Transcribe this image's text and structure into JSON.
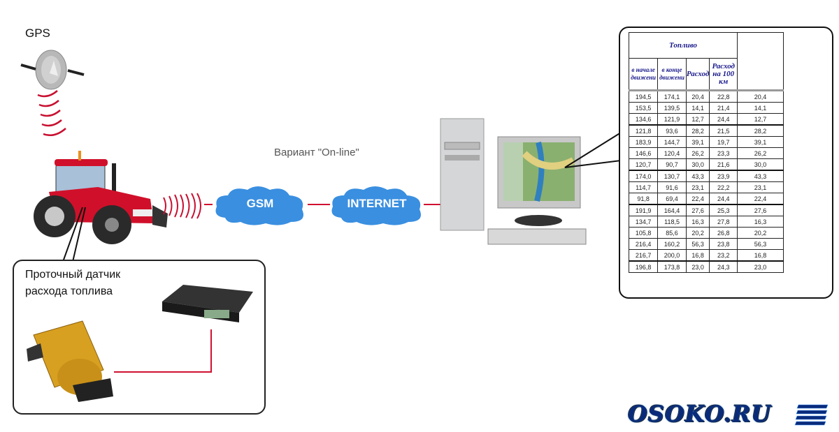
{
  "gps": {
    "label": "GPS"
  },
  "network": {
    "variant_label": "Вариант \"On-line\"",
    "clouds": [
      {
        "label": "GSM",
        "color": "#3a8fe0"
      },
      {
        "label": "INTERNET",
        "color": "#3a8fe0"
      }
    ],
    "link_color": "#d01030"
  },
  "sensor": {
    "label_line1": "Проточный датчик",
    "label_line2": "расхода топлива"
  },
  "fuel_table": {
    "title": "Топливо",
    "columns": [
      "в начале движени",
      "в конце движени",
      "Расход",
      "Расход на 100 км",
      ""
    ],
    "rows": [
      [
        "194,5",
        "174,1",
        "20,4",
        "22,8",
        "20,4"
      ],
      [
        "153,5",
        "139,5",
        "14,1",
        "21,4",
        "14,1"
      ],
      [
        "134,6",
        "121,9",
        "12,7",
        "24,4",
        "12,7"
      ],
      [
        "121,8",
        "93,6",
        "28,2",
        "21,5",
        "28,2"
      ],
      [
        "183,9",
        "144,7",
        "39,1",
        "19,7",
        "39,1"
      ],
      [
        "146,6",
        "120,4",
        "26,2",
        "23,3",
        "26,2"
      ],
      [
        "120,7",
        "90,7",
        "30,0",
        "21,6",
        "30,0"
      ],
      [
        "174,0",
        "130,7",
        "43,3",
        "23,9",
        "43,3"
      ],
      [
        "114,7",
        "91,6",
        "23,1",
        "22,2",
        "23,1"
      ],
      [
        "91,8",
        "69,4",
        "22,4",
        "24,4",
        "22,4"
      ],
      [
        "191,9",
        "164,4",
        "27,6",
        "25,3",
        "27,6"
      ],
      [
        "134,7",
        "118,5",
        "16,3",
        "27,8",
        "16,3"
      ],
      [
        "105,8",
        "85,6",
        "20,2",
        "26,8",
        "20,2"
      ],
      [
        "216,4",
        "160,2",
        "56,3",
        "23,8",
        "56,3"
      ],
      [
        "216,7",
        "200,0",
        "16,8",
        "23,2",
        "16,8"
      ],
      [
        "196,8",
        "173,8",
        "23,0",
        "24,3",
        "23,0"
      ]
    ],
    "thick_rows_after": [
      3,
      7,
      10,
      15
    ]
  },
  "logo": {
    "text": "OSOKO.RU",
    "color": "#0a2a7a"
  }
}
